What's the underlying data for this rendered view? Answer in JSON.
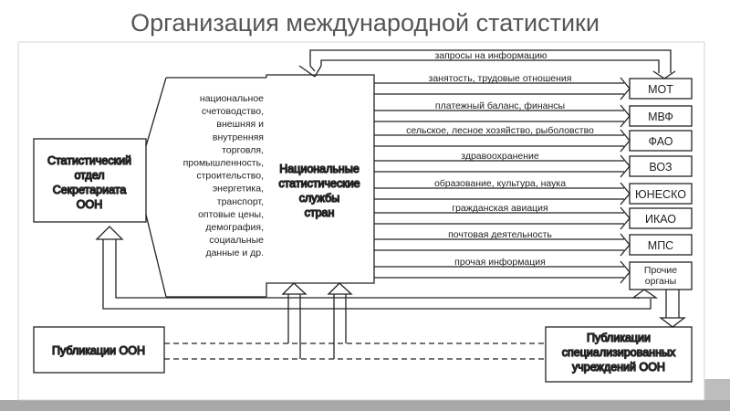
{
  "title": "Организация международной статистики",
  "un_stat_division": [
    "Статистический",
    "отдел",
    "Секретариата",
    "ООН"
  ],
  "national_services": [
    "Национальные",
    "статистические",
    "службы",
    "стран"
  ],
  "topics": [
    "национальное",
    "счетоводство,",
    "внешняя и",
    "внутренняя",
    "торговля,",
    "промышленность,",
    "строительство,",
    "энергетика,",
    "транспорт,",
    "оптовые цены,",
    "демография,",
    "социальные",
    "данные и др."
  ],
  "requests_label": "запросы на информацию",
  "flows": [
    {
      "label": "занятость, трудовые отношения",
      "agency": "МОТ"
    },
    {
      "label": "платежный баланс, финансы",
      "agency": "МВФ"
    },
    {
      "label": "сельское, лесное хозяйство, рыболовство",
      "agency": "ФАО"
    },
    {
      "label": "здравоохранение",
      "agency": "ВОЗ"
    },
    {
      "label": "образование, культура, наука",
      "agency": "ЮНЕСКО"
    },
    {
      "label": "гражданская авиация",
      "agency": "ИКАО"
    },
    {
      "label": "почтовая деятельность",
      "agency": "МПС"
    },
    {
      "label": "прочая информация",
      "agency": [
        "Прочие",
        "органы"
      ]
    }
  ],
  "un_publications": "Публикации ООН",
  "specialized_publications": [
    "Публикации",
    "специализированных",
    "учреждений ООН"
  ]
}
